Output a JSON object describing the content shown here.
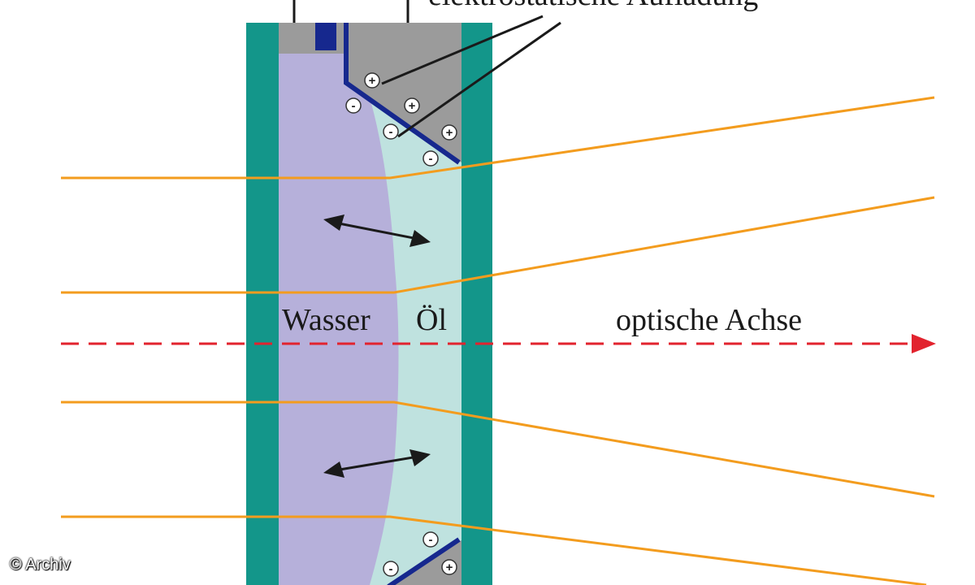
{
  "labels": {
    "top_label": "elektrostatische Aufladung",
    "water": "Wasser",
    "oil": "Öl",
    "optical_axis": "optische Achse"
  },
  "copyright": "© Archiv",
  "colors": {
    "glass": "#13968a",
    "water": "#b6b0da",
    "oil": "#bfe2df",
    "electrode": "#9b9b9b",
    "insulator": "#16288e",
    "ray": "#f39c1e",
    "axis": "#e2232e"
  },
  "charges": {
    "top": [
      "+",
      "+",
      "+",
      "-",
      "-",
      "-"
    ],
    "bottom": [
      "-",
      "-",
      "+"
    ]
  }
}
